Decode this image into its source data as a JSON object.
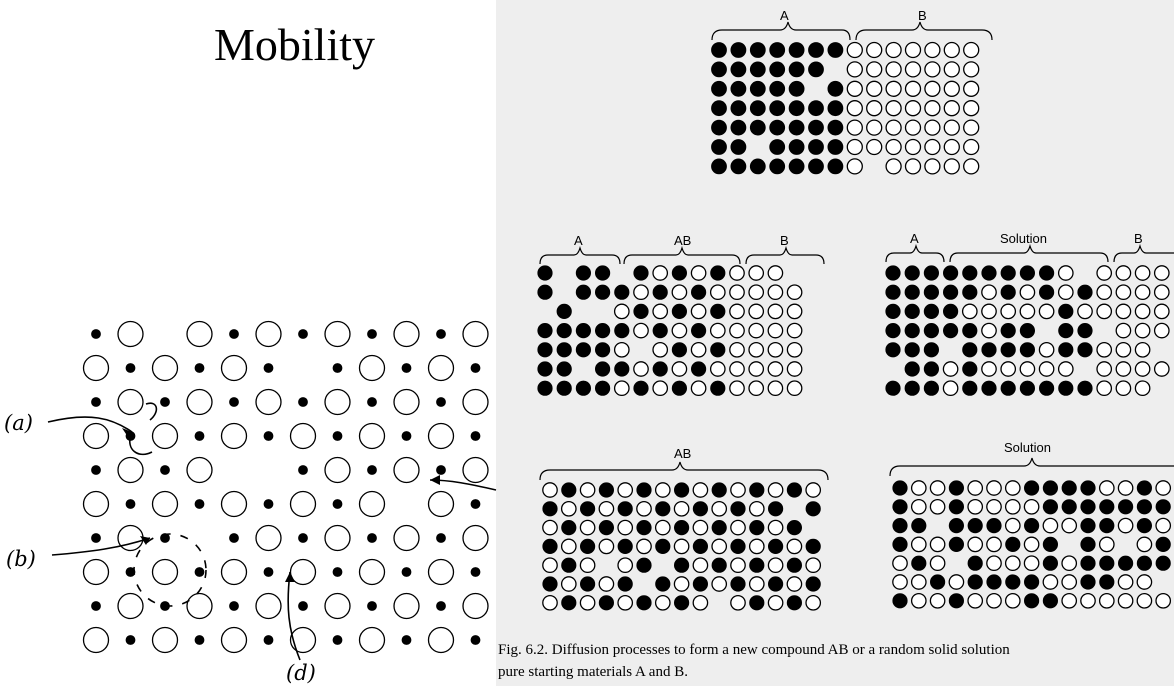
{
  "slide": {
    "title": "Mobility"
  },
  "lattice": {
    "mechanism_labels": [
      "(a)",
      "(b)",
      "(d)"
    ]
  },
  "panels": {
    "top": {
      "labels": [
        "A",
        "B"
      ]
    },
    "mid_left": {
      "labels": [
        "A",
        "AB",
        "B"
      ]
    },
    "mid_right": {
      "labels": [
        "A",
        "Solution",
        "B"
      ]
    },
    "bot_left": {
      "labels": [
        "AB"
      ]
    },
    "bot_right": {
      "labels": [
        "Solution"
      ]
    }
  },
  "caption": {
    "line1": "Fig. 6.2.   Diffusion processes to form a new compound AB or a random solid solution",
    "line2": "pure starting materials A and B."
  },
  "colors": {
    "ink": "#000000",
    "panel_bg": "#eeeeee"
  }
}
